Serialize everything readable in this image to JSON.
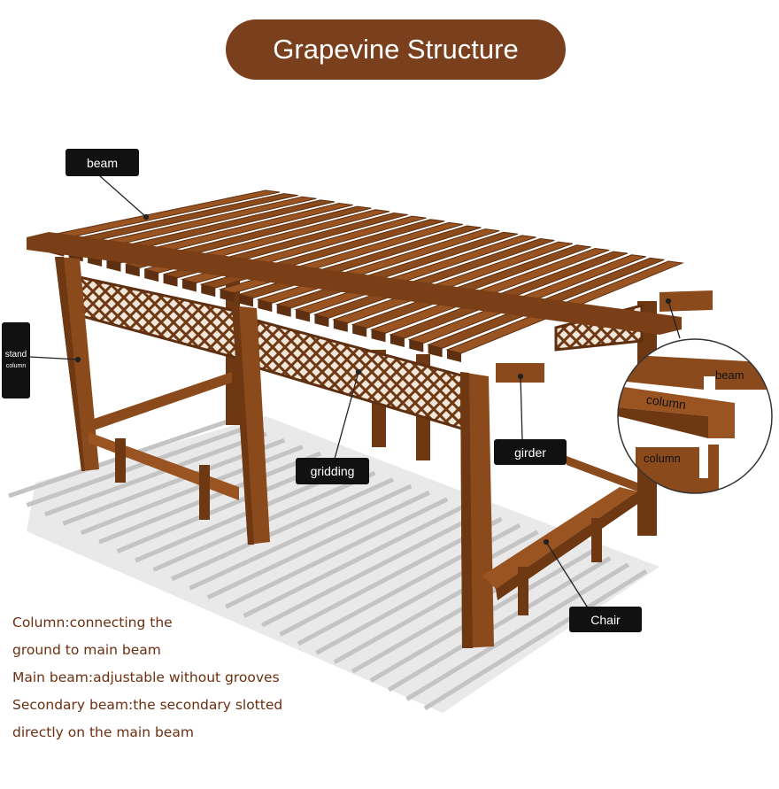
{
  "title": "Grapevine Structure",
  "labels": {
    "beam": "beam",
    "stand": "stand",
    "stand_column": "column",
    "gridding": "gridding",
    "girder": "girder",
    "chair": "Chair"
  },
  "inset": {
    "beam": "beam",
    "column_top": "column",
    "column_bottom": "column"
  },
  "description": [
    "Column:connecting the",
    "ground to main beam",
    "Main beam:adjustable without grooves",
    "Secondary beam:the secondary slotted",
    "directly on the main beam"
  ],
  "colors": {
    "wood": "#8b4a1c",
    "wood_dark": "#5e2f10",
    "wood_light": "#a9622e",
    "title_bg": "#7a3f1c",
    "text": "#6b2f10",
    "shadow": "#c8c8c8"
  }
}
